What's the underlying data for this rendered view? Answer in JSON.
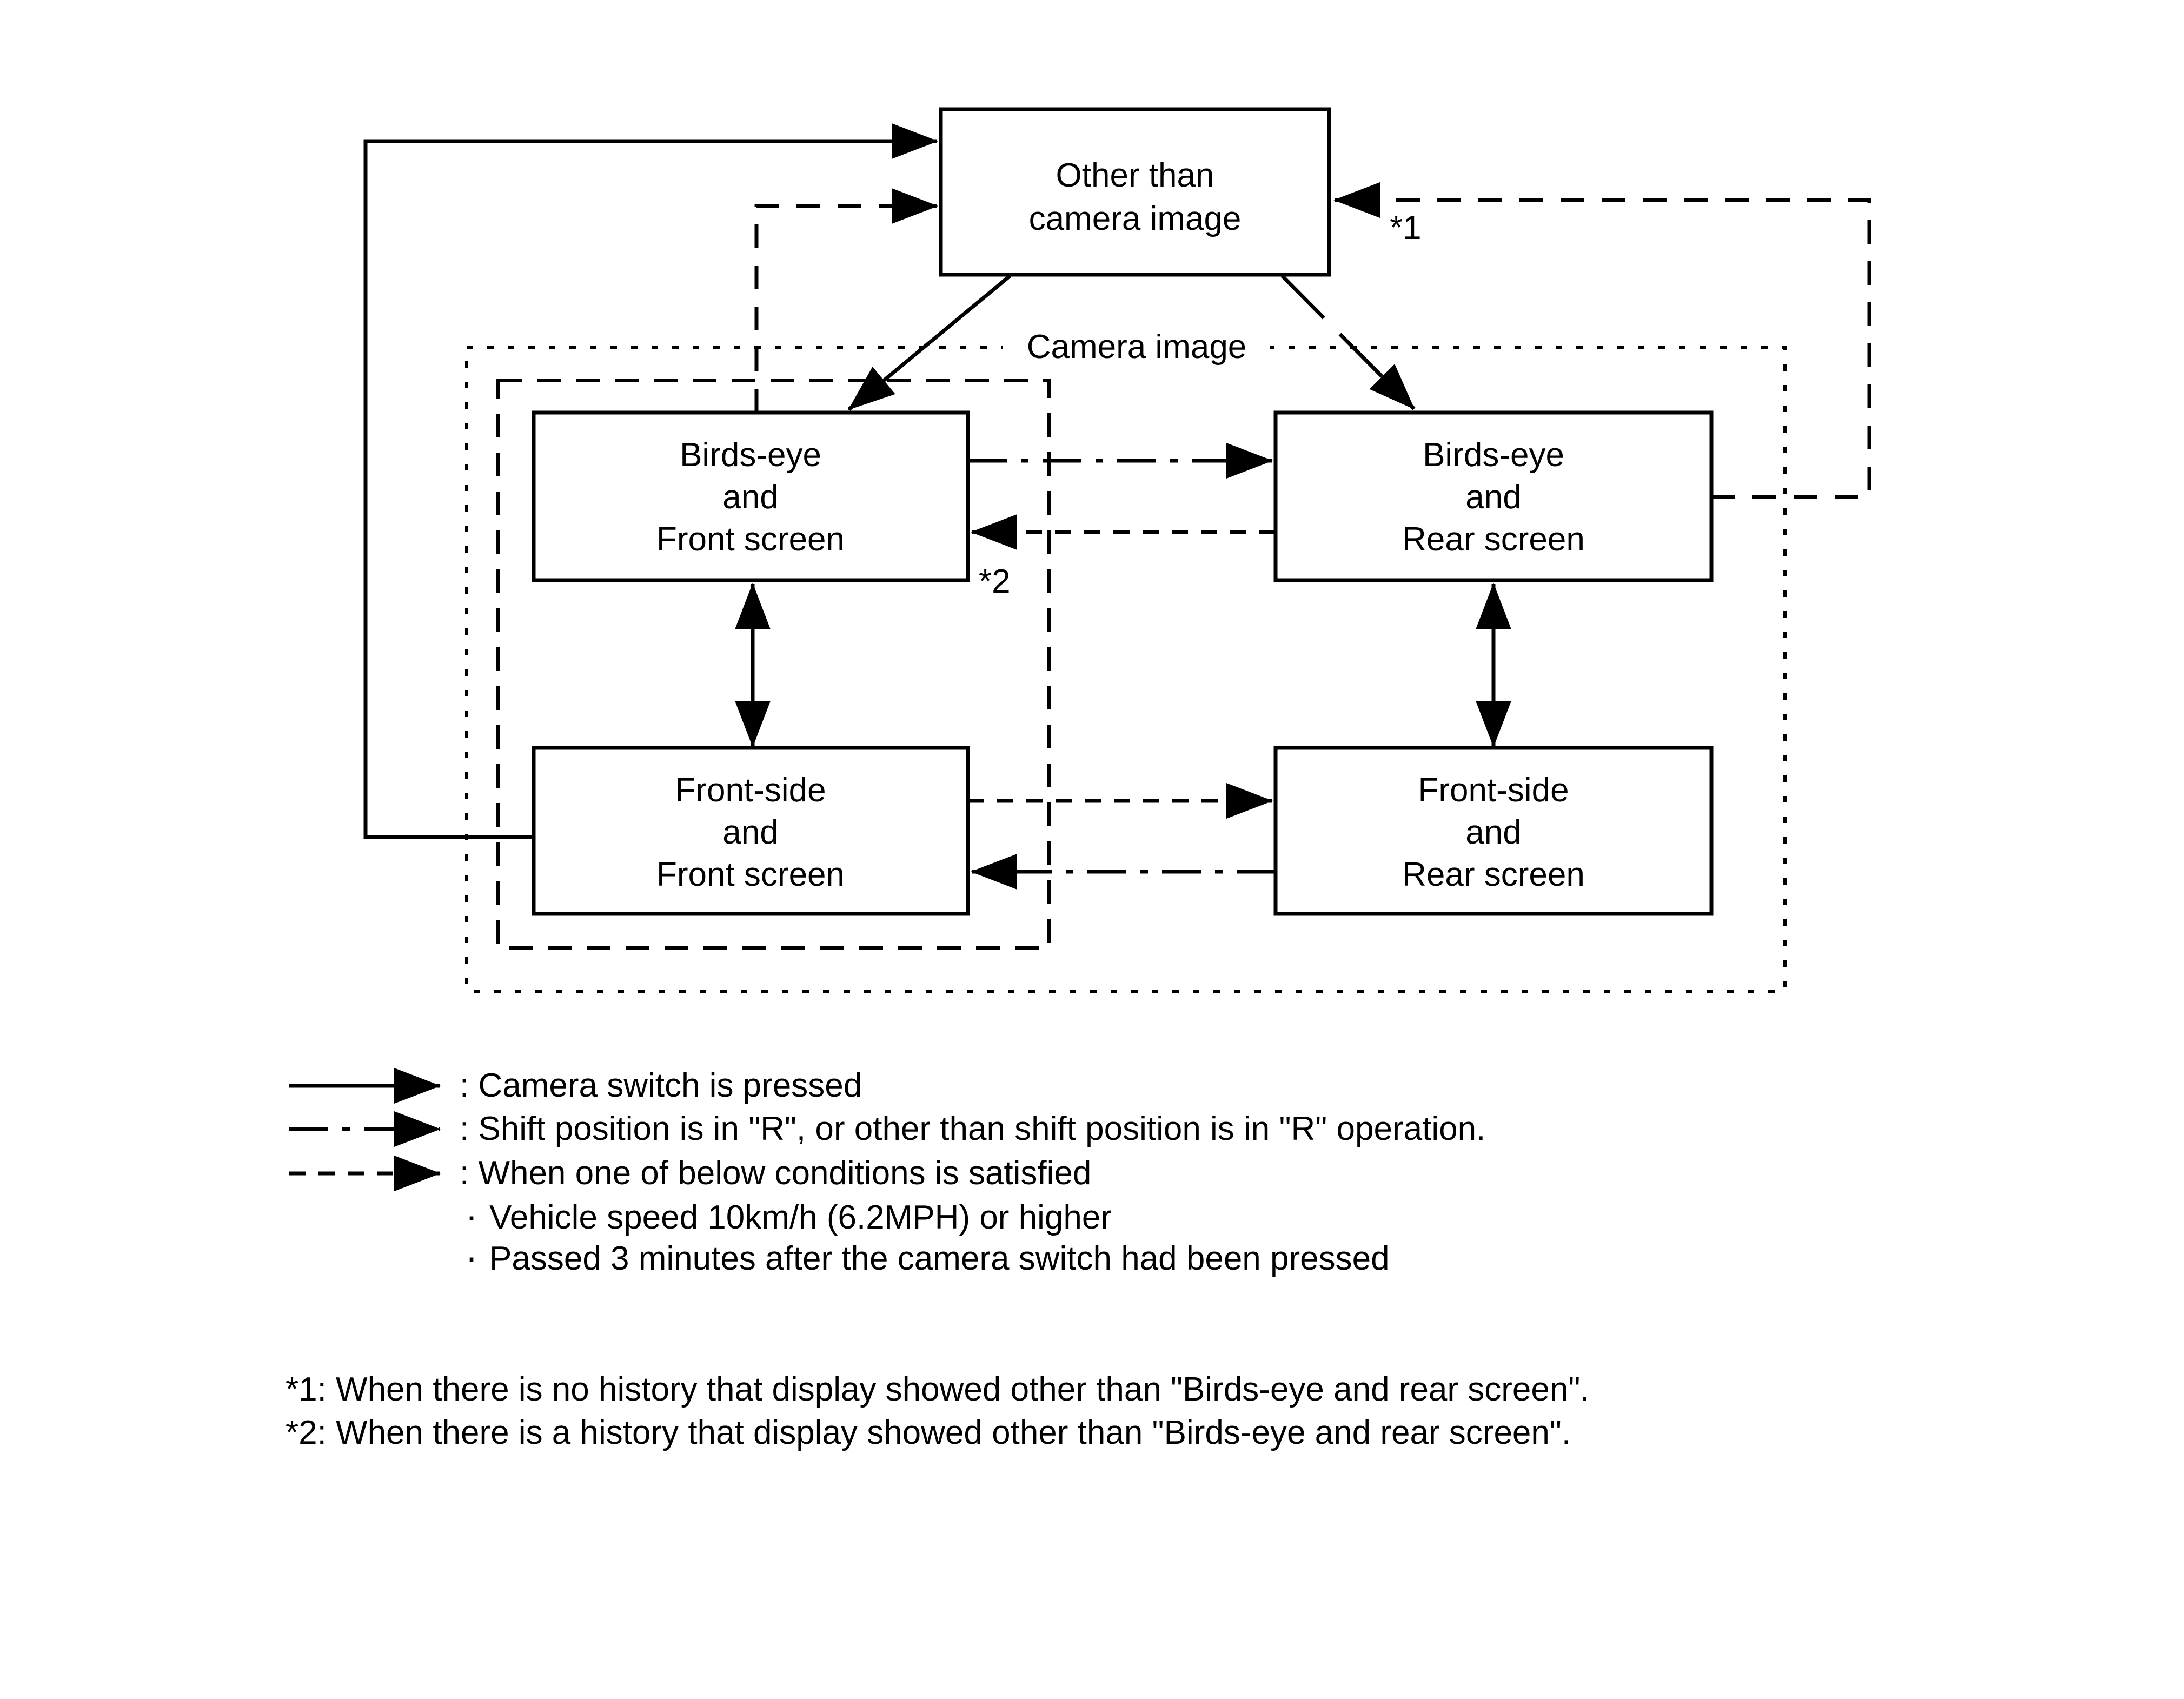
{
  "colors": {
    "ink": "#000000",
    "paper": "#ffffff"
  },
  "nodes": {
    "other": {
      "lines": [
        "Other than",
        "camera image"
      ]
    },
    "birds_front": {
      "lines": [
        "Birds-eye",
        "and",
        "Front screen"
      ]
    },
    "birds_rear": {
      "lines": [
        "Birds-eye",
        "and",
        "Rear screen"
      ]
    },
    "front_front": {
      "lines": [
        "Front-side",
        "and",
        "Front screen"
      ]
    },
    "front_rear": {
      "lines": [
        "Front-side",
        "and",
        "Rear screen"
      ]
    }
  },
  "labels": {
    "group": "Camera image",
    "note1": "*1",
    "note2": "*2"
  },
  "legend": {
    "bullet": "·",
    "items": [
      {
        "style": "solid",
        "text": ": Camera switch is pressed"
      },
      {
        "style": "dash-dot",
        "text": ": Shift position is in \"R\", or other than shift position is in \"R\" operation."
      },
      {
        "style": "dashed",
        "text": ": When one of below conditions is satisfied"
      }
    ],
    "conditions": [
      "Vehicle speed 10km/h (6.2MPH) or higher",
      "Passed 3 minutes after the camera switch had been pressed"
    ]
  },
  "footnotes": [
    "*1: When there is no history that display showed other than \"Birds-eye and rear screen\".",
    "*2: When there is a history that display showed other than \"Birds-eye and rear screen\"."
  ]
}
